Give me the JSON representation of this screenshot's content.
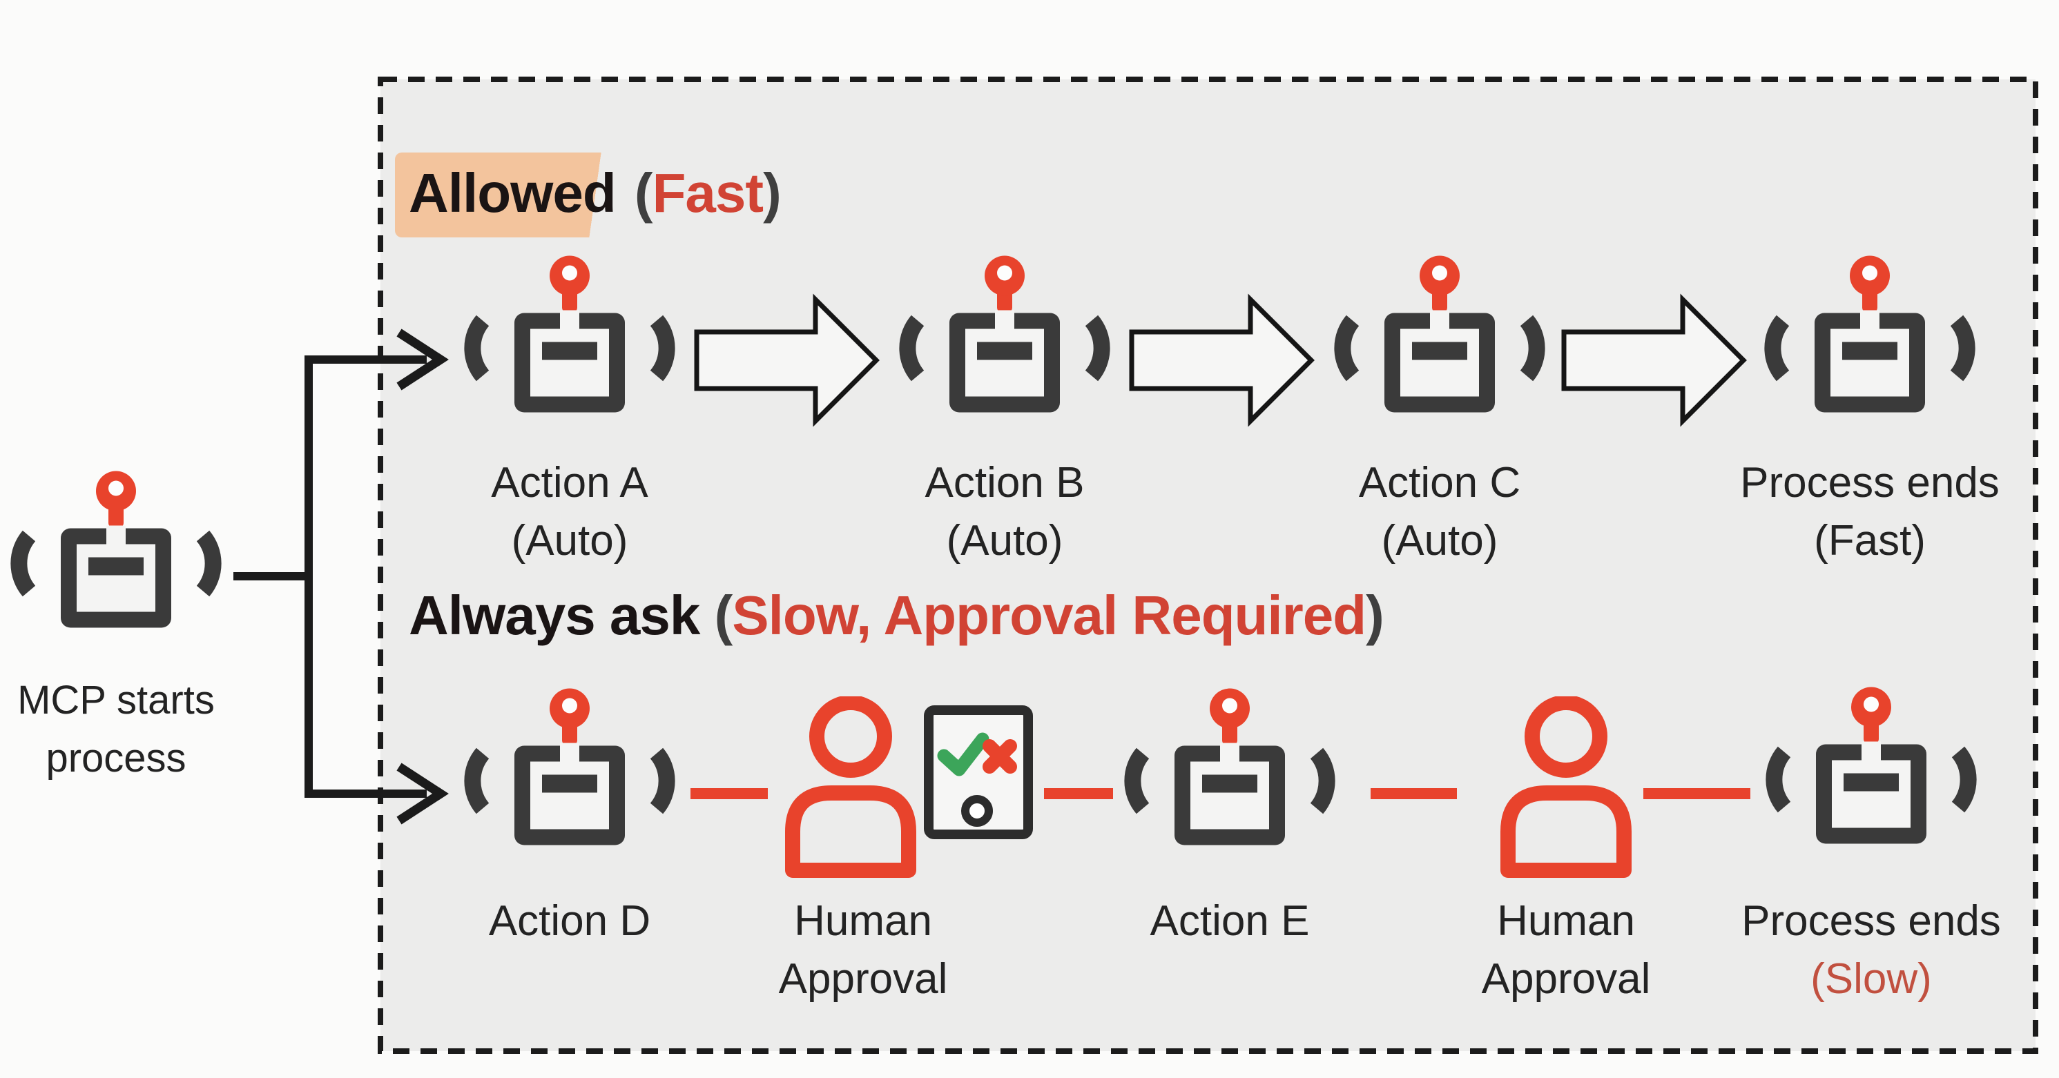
{
  "colors": {
    "page-bg": "#FBFBFA",
    "box-bg": "#ECECEB",
    "line-ink": "#1B1B1B",
    "icon-dark": "#3A3A3A",
    "icon-red": "#E8432C",
    "text-ink": "#232323",
    "heading-ink": "#1A1414",
    "accent-red": "#D14334",
    "slow-red": "#C1503F",
    "highlight-peach": "#F3C49D",
    "check-green": "#3CA55A",
    "shape-fill": "#F6F6F5"
  },
  "start": {
    "icon": "robot-icon",
    "label_line1": "MCP starts",
    "label_line2": "process"
  },
  "fast_lane": {
    "title_highlight": "Allowed",
    "title_open": " (",
    "title_accent": "Fast",
    "title_close": ")",
    "connector_style": "white-block-arrow",
    "nodes": [
      {
        "icon": "robot-icon",
        "label": "Action A",
        "sub": "(Auto)"
      },
      {
        "icon": "robot-icon",
        "label": "Action B",
        "sub": "(Auto)"
      },
      {
        "icon": "robot-icon",
        "label": "Action C",
        "sub": "(Auto)"
      },
      {
        "icon": "robot-icon",
        "label": "Process ends",
        "sub": "(Fast)"
      }
    ]
  },
  "ask_lane": {
    "title_main": "Always ask",
    "title_open": " (",
    "title_accent": "Slow, Approval Required",
    "title_close": ")",
    "connector_style": "red-dash",
    "nodes": [
      {
        "icon": "robot-icon",
        "label": "Action D",
        "sub": ""
      },
      {
        "icon": "human-checklist-icon",
        "label": "Human",
        "sub": "Approval"
      },
      {
        "icon": "robot-icon",
        "label": "Action E",
        "sub": ""
      },
      {
        "icon": "human-icon",
        "label": "Human",
        "sub": "Approval"
      },
      {
        "icon": "robot-icon",
        "label": "Process ends",
        "sub": "(Slow)",
        "sub_color": "red"
      }
    ]
  }
}
